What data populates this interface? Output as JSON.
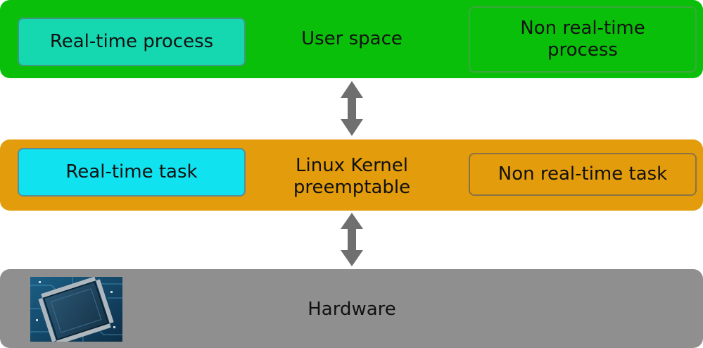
{
  "user_space": {
    "label": "User space",
    "realtime_process": "Real-time process",
    "non_realtime_process": "Non real-time process",
    "color": "#0abf0a"
  },
  "kernel": {
    "label": "Linux Kernel preemptable",
    "realtime_task": "Real-time task",
    "non_realtime_task": "Non real-time task",
    "color": "#e39c0c"
  },
  "hardware": {
    "label": "Hardware",
    "image_icon": "circuit-board-chip-icon",
    "color": "#8f8f8f"
  },
  "arrows": [
    {
      "icon": "double-arrow-vertical-icon",
      "between": [
        "User space",
        "Linux Kernel preemptable"
      ]
    },
    {
      "icon": "double-arrow-vertical-icon",
      "between": [
        "Linux Kernel preemptable",
        "Hardware"
      ]
    }
  ]
}
